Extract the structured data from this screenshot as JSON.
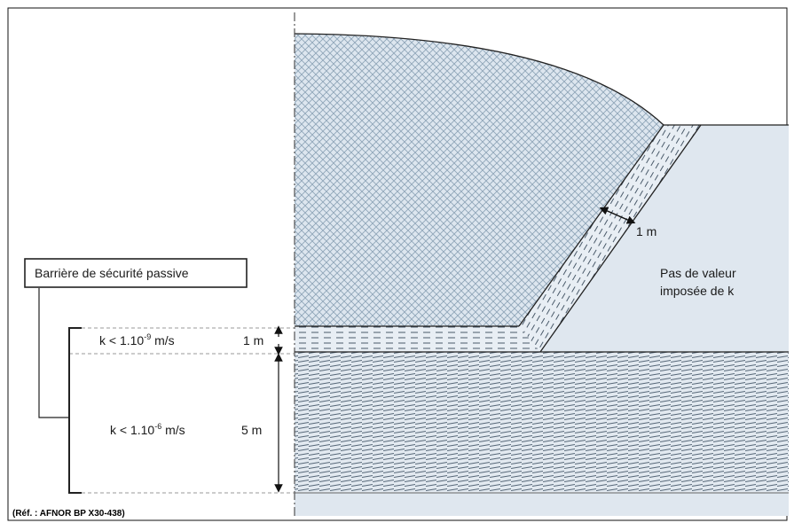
{
  "barrier_label": "Barrière de sécurité passive",
  "layers": [
    {
      "k_prefix": "k < 1.10",
      "k_exp": "-9",
      "k_unit": " m/s",
      "thickness": "1 m"
    },
    {
      "k_prefix": "k < 1.10",
      "k_exp": "-6",
      "k_unit": " m/s",
      "thickness": "5 m"
    }
  ],
  "slope_liner_thickness": "1 m",
  "natural_ground_line1": "Pas de valeur",
  "natural_ground_line2": "imposée de  k",
  "reference": "(Réf. : AFNOR BP X30-438)",
  "colors": {
    "waste_fill": "#dde6ef",
    "waste_hatch": "#8fa5b8",
    "liner_fill": "#e8eef4",
    "liner_dash": "#4a5a6a",
    "ground_fill": "#dfe7ef",
    "base_hatch": "#556677"
  }
}
